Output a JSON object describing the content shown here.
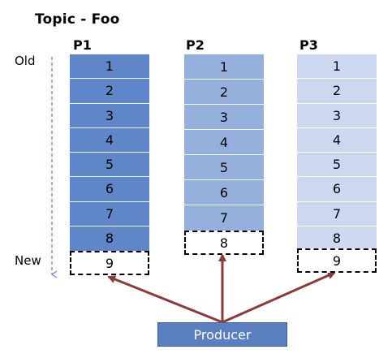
{
  "title": "Topic  -  Foo",
  "labels": {
    "old": "Old",
    "new": "New"
  },
  "colors": {
    "p1": "#5f86c9",
    "p2": "#95b0dd",
    "p3": "#cbd8ef",
    "producer": "#5a7fc0",
    "arrow": "#8b3a3a",
    "timeline": "#6f92c9"
  },
  "partitions": [
    {
      "name": "P1",
      "cells": [
        "1",
        "2",
        "3",
        "4",
        "5",
        "6",
        "7",
        "8"
      ],
      "new": "9"
    },
    {
      "name": "P2",
      "cells": [
        "1",
        "2",
        "3",
        "4",
        "5",
        "6",
        "7"
      ],
      "new": "8"
    },
    {
      "name": "P3",
      "cells": [
        "1",
        "2",
        "3",
        "4",
        "5",
        "6",
        "7",
        "8"
      ],
      "new": "9"
    }
  ],
  "producer": {
    "label": "Producer"
  }
}
